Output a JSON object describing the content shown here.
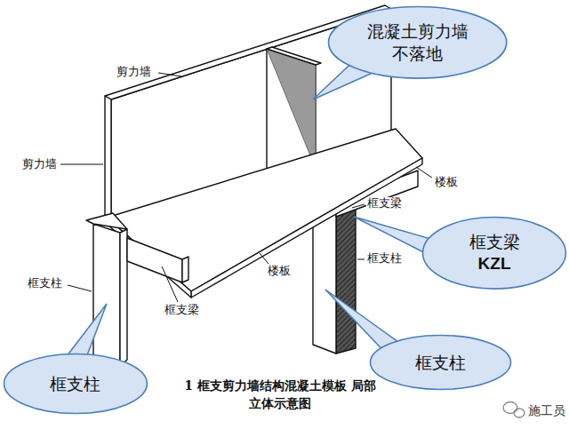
{
  "diagram": {
    "caption": "1 框支剪力墙结构混凝土模板 局部立体示意图",
    "nodes": [
      {
        "text": [
          "混凝土剪力墙 不落地"
        ]
      },
      {
        "text": [
          "框支梁",
          "KZL"
        ]
      },
      {
        "text": [
          "框支柱"
        ]
      },
      {
        "text": [
          "框支柱"
        ]
      }
    ],
    "labels": [
      "剪力墙",
      "剪力墙",
      "楼板",
      "框支梁",
      "框支柱",
      "框支梁",
      "楼板",
      "框支柱",
      "施工员"
    ]
  }
}
